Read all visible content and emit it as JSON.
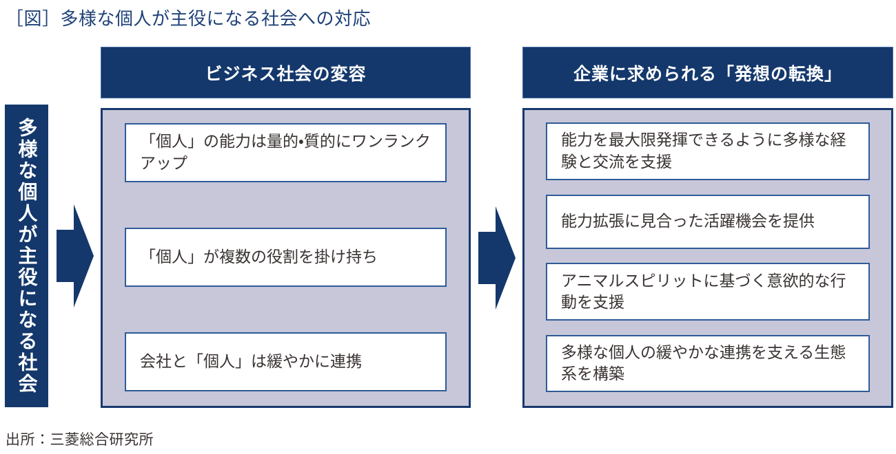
{
  "figure": {
    "title": "［図］多様な個人が主役になる社会への対応",
    "left_banner": "多様な個人が主役になる社会",
    "columns": [
      {
        "header": "ビジネス社会の変容",
        "items": [
          "「個人」の能力は量的・質的にワンランクアップ",
          "「個人」が複数の役割を掛け持ち",
          "会社と「個人」は緩やかに連携"
        ]
      },
      {
        "header": "企業に求められる「発想の転換」",
        "items": [
          "能力を最大限発揮できるように多様な経験と交流を支援",
          "能力拡張に見合った活躍機会を提供",
          "アニマルスピリットに基づく意欲的な行動を支援",
          "多様な個人の緩やかな連携を支える生態系を構築"
        ]
      }
    ],
    "source": "出所：三菱総合研究所",
    "colors": {
      "dark_blue": "#14386c",
      "panel_background": "#c7c7d9",
      "box_border_blue": "#2e5b97",
      "title_text_blue": "#1e4178",
      "body_text": "#3a3332"
    }
  }
}
